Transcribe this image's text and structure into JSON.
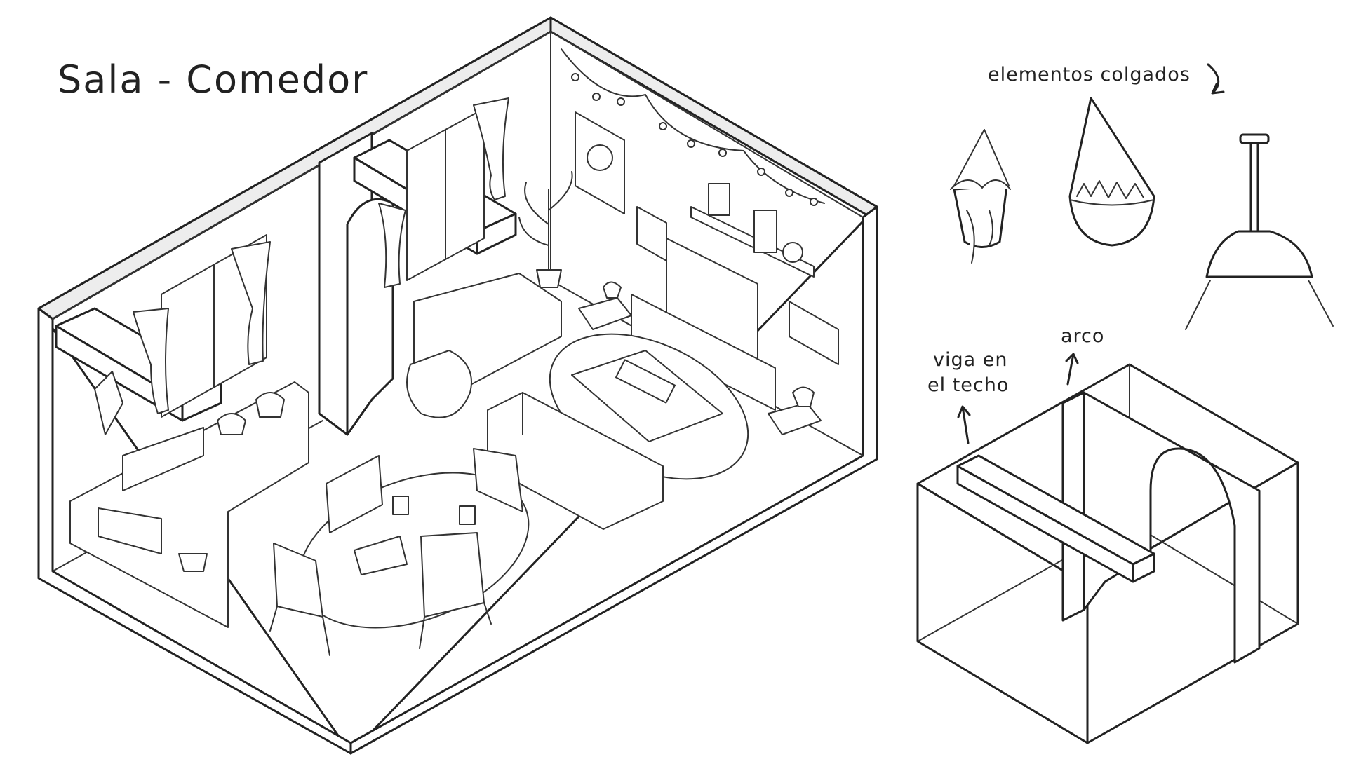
{
  "title": "Sala - Comedor",
  "labels": {
    "hanging": "elementos colgados",
    "beam_line1": "viga en",
    "beam_line2": "el techo",
    "arch": "arco"
  },
  "colors": {
    "ink": "#222222",
    "paper": "#ffffff",
    "shade": "#ededed"
  }
}
